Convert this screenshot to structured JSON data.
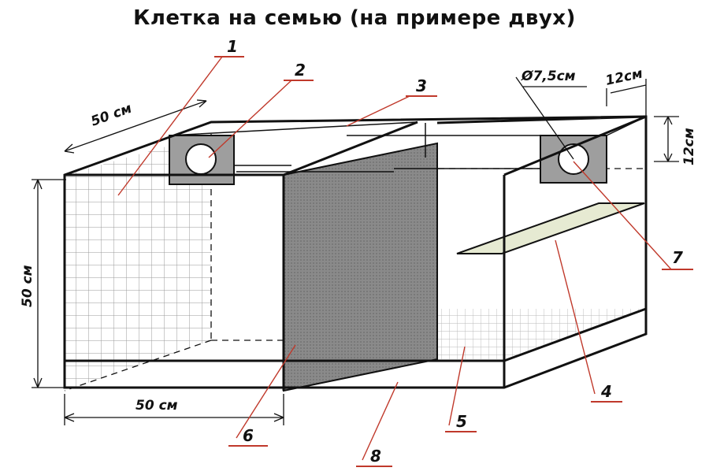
{
  "title": "Клетка на семью (на примере двух)",
  "dimensions": {
    "top_depth": "50 см",
    "front_height": "50 см",
    "bottom_width": "50 см",
    "hole_diameter": "Ø7,5см",
    "nest_depth": "12см",
    "nest_height": "12см"
  },
  "callouts": [
    "1",
    "2",
    "3",
    "4",
    "5",
    "6",
    "7",
    "8"
  ],
  "colors": {
    "lines": "#111111",
    "leaders": "#c0392b",
    "partition": "#8c8c8c",
    "nest_box": "#9e9e9e",
    "mesh": "#9a9a9a",
    "shelf": "#e6ead2"
  }
}
